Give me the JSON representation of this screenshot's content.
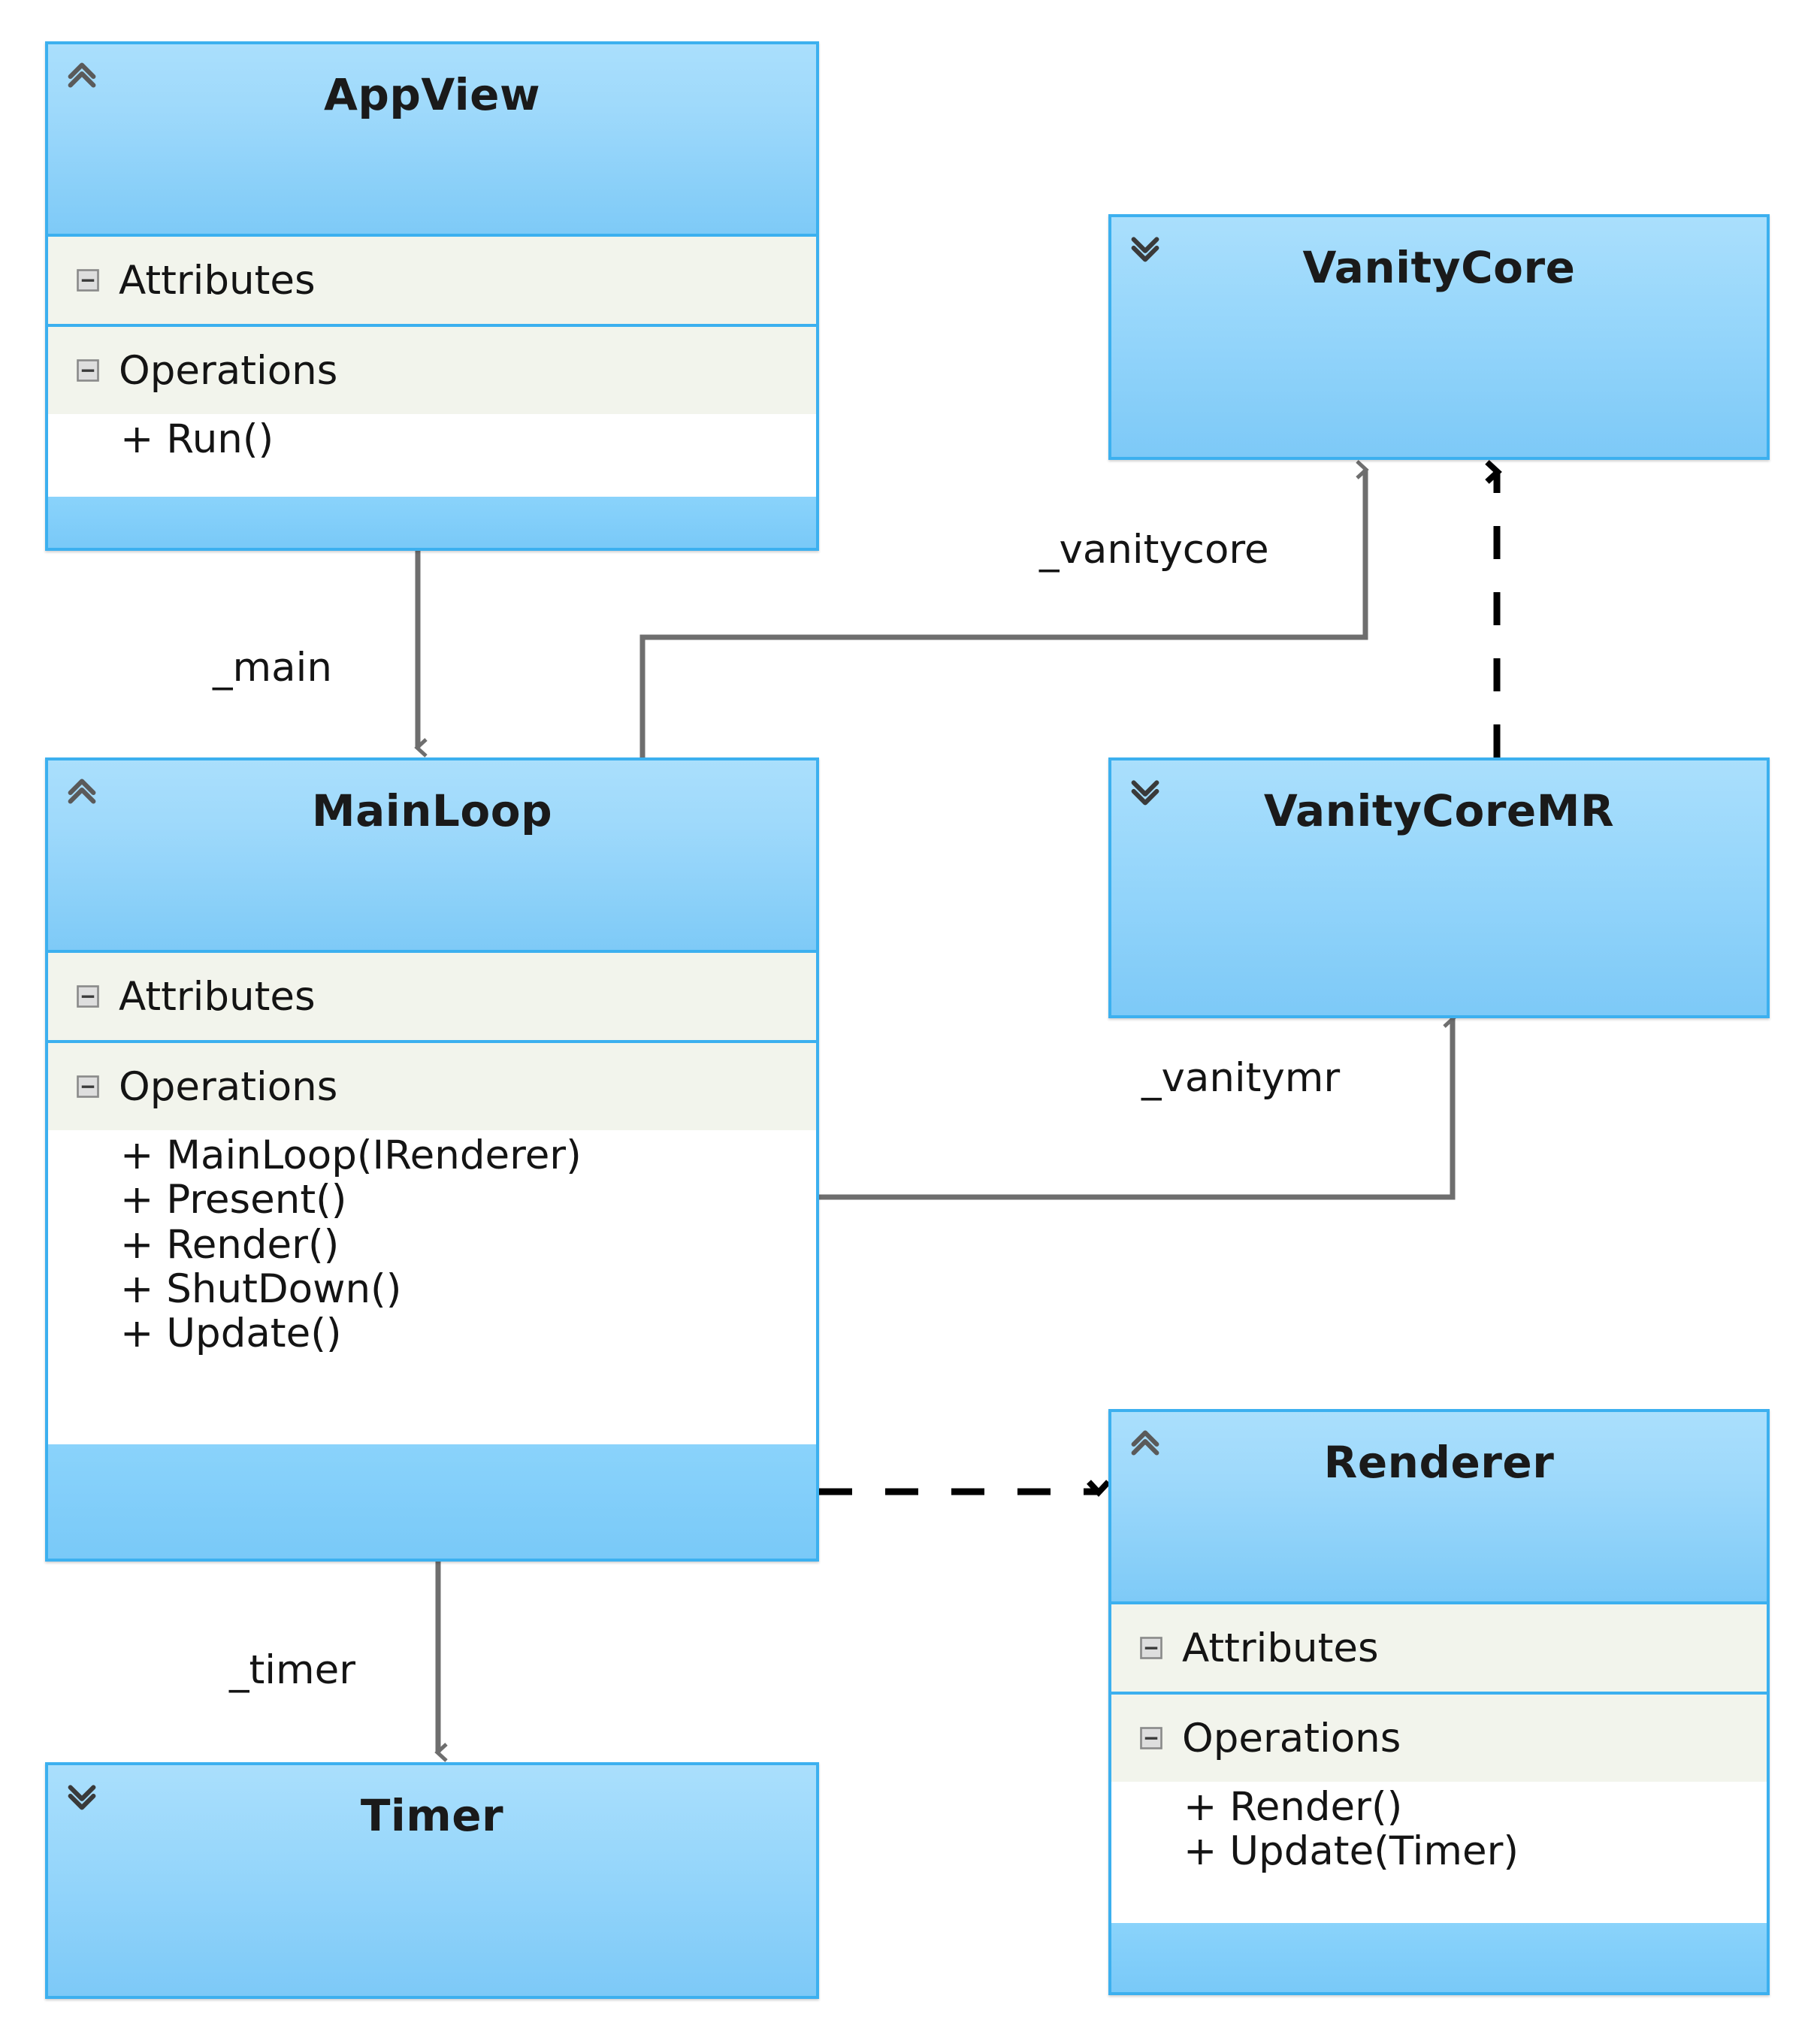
{
  "diagram": {
    "type": "uml-class-diagram",
    "colors": {
      "box_border": "#3cb0ef",
      "header_top": "#aadffc",
      "header_bottom": "#7ecaf7",
      "section_bg": "#f2f4ec",
      "member_bg": "#ffffff",
      "footer_bg": "#8ad3fb",
      "association_line": "#6e6e6e",
      "realization_line": "#000000",
      "canvas_bg": "#ffffff"
    },
    "section_labels": {
      "attributes": "Attributes",
      "operations": "Operations"
    },
    "classes": [
      {
        "id": "appview",
        "name": "AppView",
        "expanded": true,
        "chevron": "chevron-double-up-icon",
        "sections": [
          {
            "label": "Attributes",
            "members": []
          },
          {
            "label": "Operations",
            "members": [
              "+ Run()"
            ]
          }
        ]
      },
      {
        "id": "vanitycore",
        "name": "VanityCore",
        "expanded": false,
        "chevron": "chevron-double-down-icon",
        "sections": []
      },
      {
        "id": "mainloop",
        "name": "MainLoop",
        "expanded": true,
        "chevron": "chevron-double-up-icon",
        "sections": [
          {
            "label": "Attributes",
            "members": []
          },
          {
            "label": "Operations",
            "members": [
              "+ MainLoop(IRenderer)",
              "+ Present()",
              "+ Render()",
              "+ ShutDown()",
              "+ Update()"
            ]
          }
        ]
      },
      {
        "id": "vanitycoremr",
        "name": "VanityCoreMR",
        "expanded": false,
        "chevron": "chevron-double-down-icon",
        "sections": []
      },
      {
        "id": "renderer",
        "name": "Renderer",
        "expanded": true,
        "chevron": "chevron-double-up-icon",
        "sections": [
          {
            "label": "Attributes",
            "members": []
          },
          {
            "label": "Operations",
            "members": [
              "+ Render()",
              "+ Update(Timer)"
            ]
          }
        ]
      },
      {
        "id": "timer",
        "name": "Timer",
        "expanded": false,
        "chevron": "chevron-double-down-icon",
        "sections": []
      }
    ],
    "connectors": [
      {
        "id": "main",
        "label": "_main",
        "from": "AppView",
        "to": "MainLoop",
        "style": "solid",
        "arrow": "open",
        "color": "#6e6e6e"
      },
      {
        "id": "vanitycore",
        "label": "_vanitycore",
        "from": "MainLoop",
        "to": "VanityCore",
        "style": "solid",
        "arrow": "open",
        "color": "#6e6e6e"
      },
      {
        "id": "vanitymr",
        "label": "_vanitymr",
        "from": "MainLoop",
        "to": "VanityCoreMR",
        "style": "solid",
        "arrow": "open",
        "color": "#6e6e6e"
      },
      {
        "id": "realization-mr",
        "label": "",
        "from": "VanityCoreMR",
        "to": "VanityCore",
        "style": "dashed",
        "arrow": "open",
        "color": "#000000"
      },
      {
        "id": "dependency-renderer",
        "label": "",
        "from": "MainLoop",
        "to": "Renderer",
        "style": "dashed",
        "arrow": "open",
        "color": "#000000"
      },
      {
        "id": "timer",
        "label": "_timer",
        "from": "MainLoop",
        "to": "Timer",
        "style": "solid",
        "arrow": "open",
        "color": "#6e6e6e"
      }
    ]
  }
}
